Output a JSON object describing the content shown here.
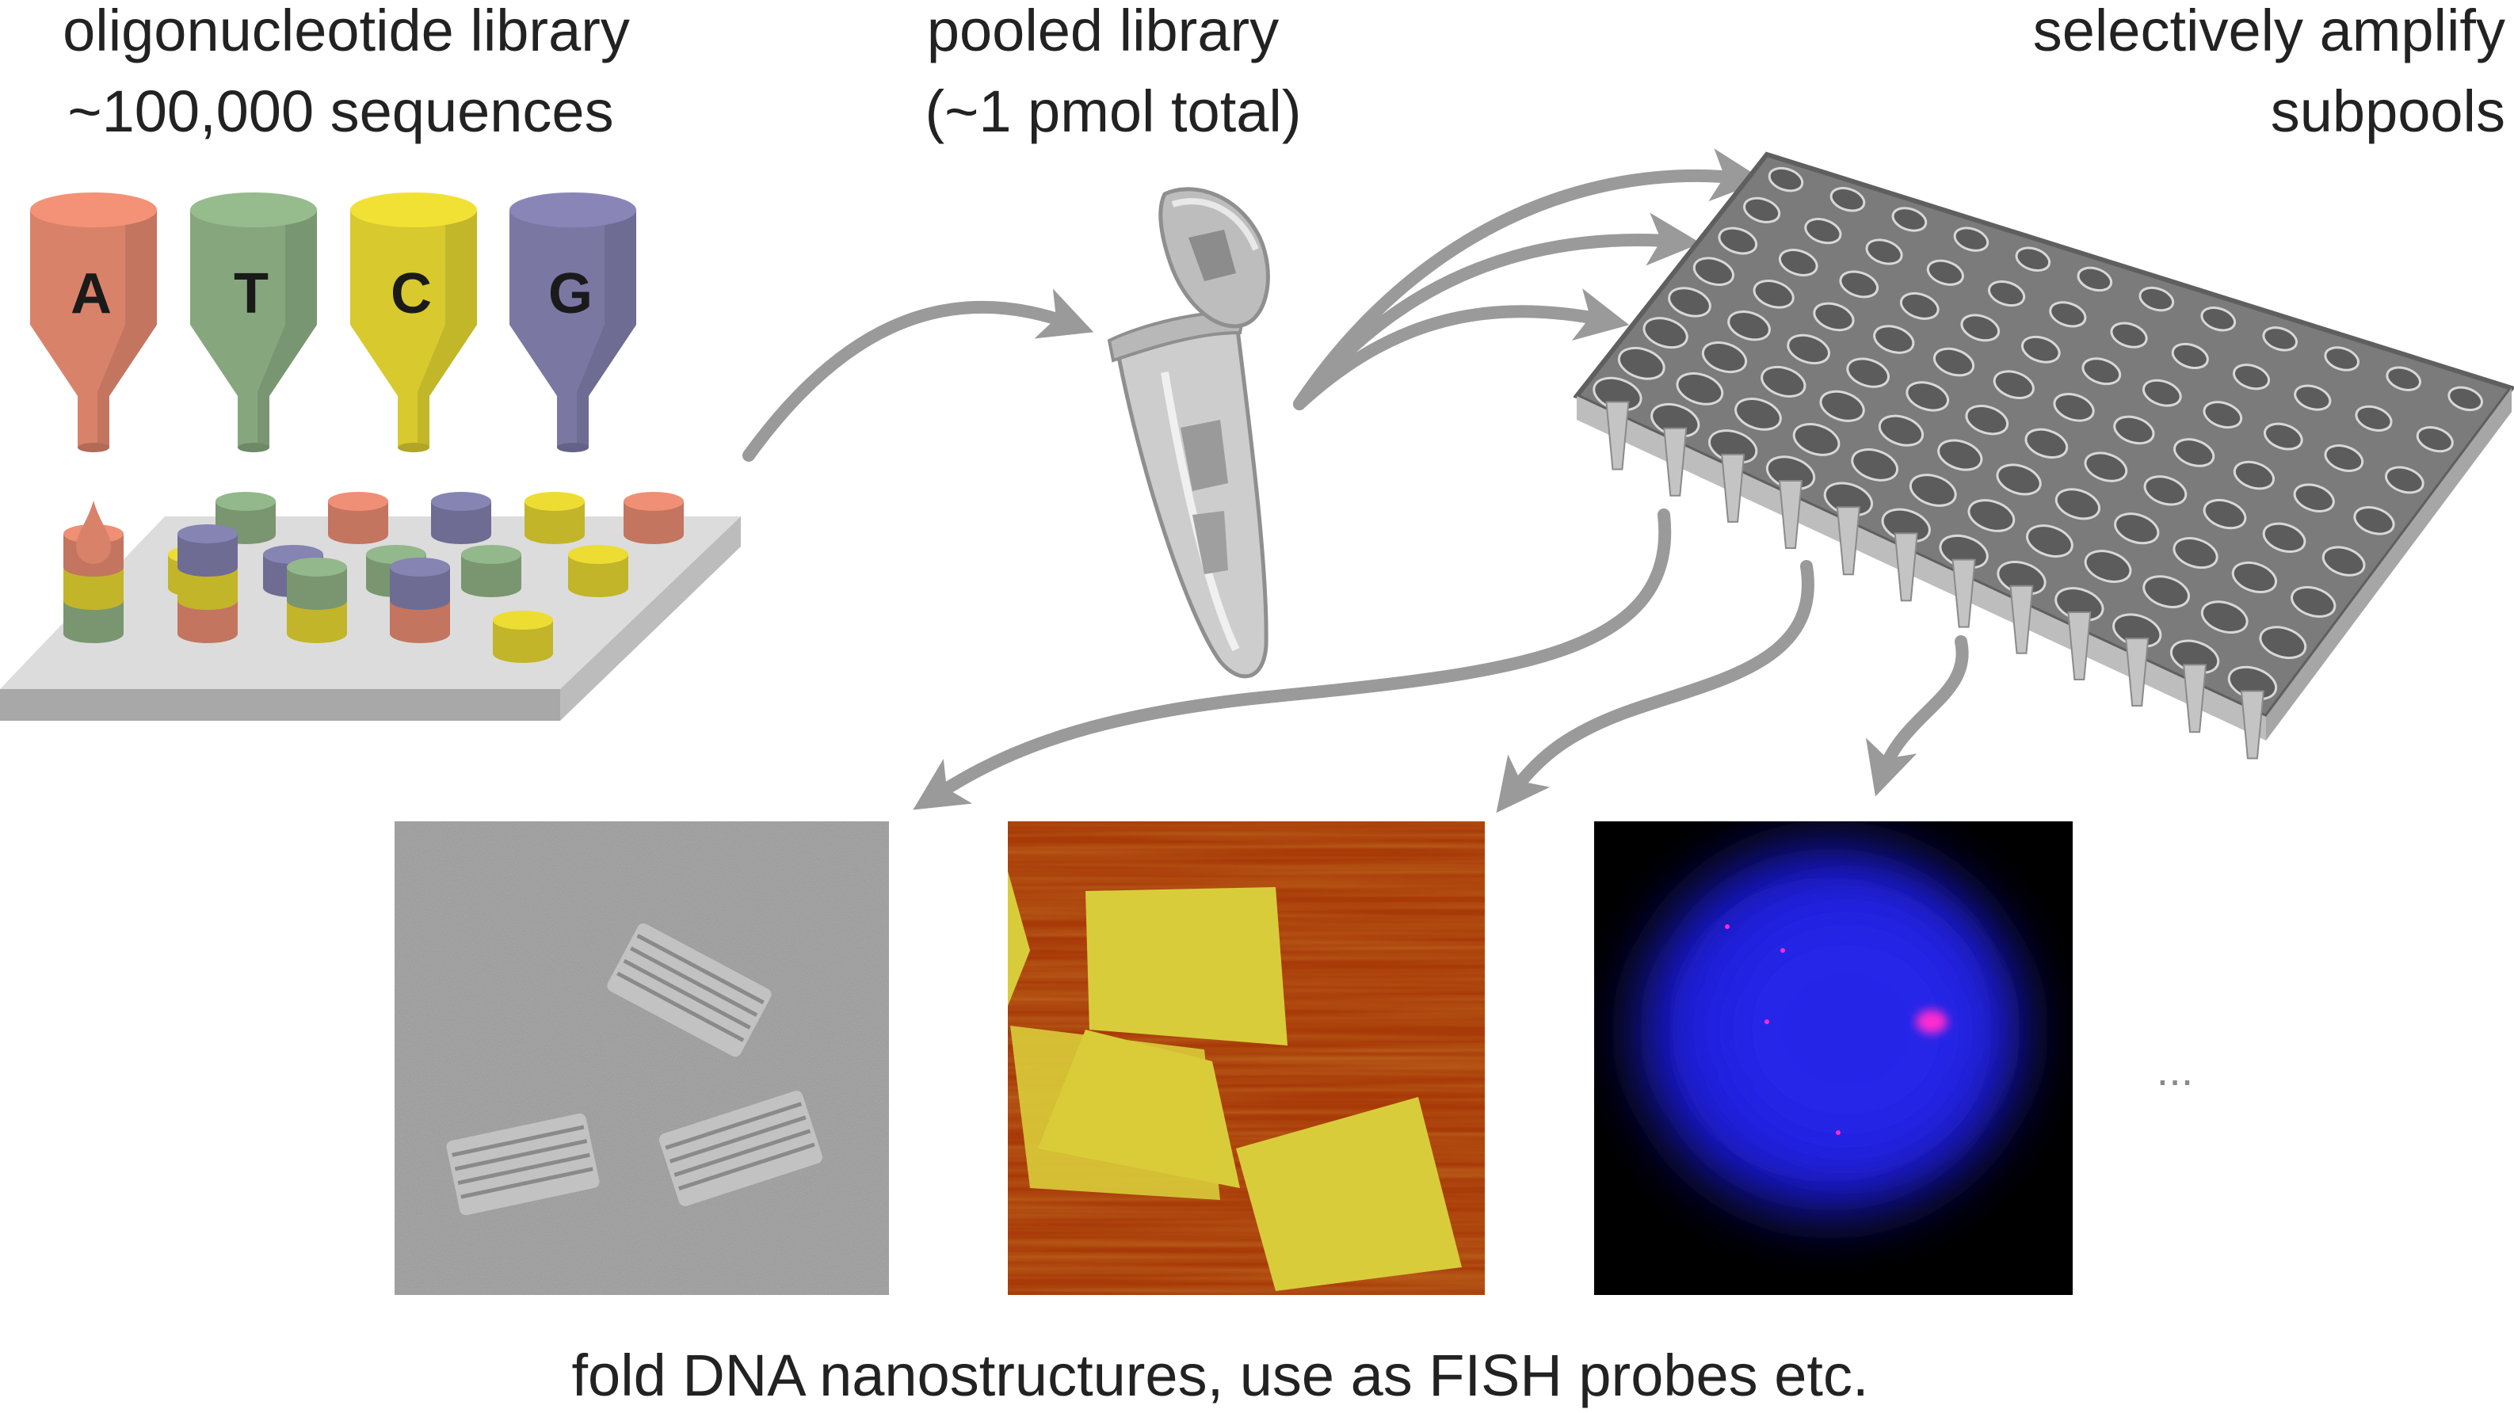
{
  "labels": {
    "step1_line1": "oligonucleotide library",
    "step1_line2": "~100,000 sequences",
    "step2_line1": "pooled library",
    "step2_line2": "(~1 pmol total)",
    "step3_line1": "selectively amplify",
    "step3_line2": "subpools",
    "caption": "fold DNA nanostructures, use as FISH probes etc.",
    "ellipsis": "..."
  },
  "reservoirs": [
    {
      "base": "A",
      "color": "#d9826a"
    },
    {
      "base": "T",
      "color": "#86a77e"
    },
    {
      "base": "C",
      "color": "#d7c92e"
    },
    {
      "base": "G",
      "color": "#7a78a3"
    }
  ],
  "colors": {
    "arrow": "#9a9a9a",
    "plate": "#7b7b7b",
    "tube": "#c9c9c9",
    "fish_background": "#000000",
    "fish_nucleus": "#1a1ad8",
    "fish_spot": "#ff2ad0",
    "afm_background": "#a83a08",
    "afm_origami": "#d9cc3a",
    "tem_background": "#9b9b9b"
  },
  "icons": {
    "droplet": "droplet-icon",
    "tube": "microcentrifuge-tube-icon",
    "plate": "well-plate-icon"
  }
}
